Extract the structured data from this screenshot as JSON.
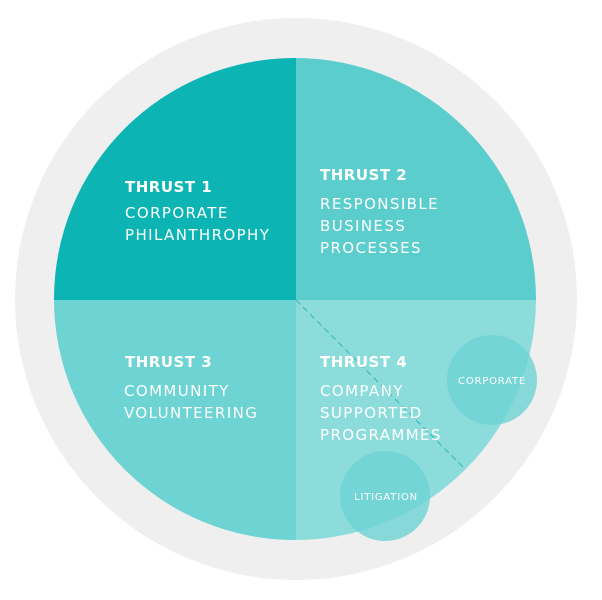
{
  "colors": {
    "outer_ring": "#efefef",
    "thrust_1": "#0db4b4",
    "thrust_2": "#5ccdcd",
    "thrust_3": "#6dd3d3",
    "thrust_4": "#8ddcdc",
    "bubble": "#6dd3d3",
    "text": "#ffffff"
  },
  "thrusts": [
    {
      "heading": "THRUST 1",
      "lines": [
        "CORPORATE",
        "PHILANTHROPHY"
      ]
    },
    {
      "heading": "THRUST 2",
      "lines": [
        "RESPONSIBLE",
        "BUSINESS",
        "PROCESSES"
      ]
    },
    {
      "heading": "THRUST 3",
      "lines": [
        "COMMUNITY",
        "VOLUNTEERING"
      ]
    },
    {
      "heading": "THRUST 4",
      "lines": [
        "COMPANY",
        "SUPPORTED",
        "PROGRAMMES"
      ]
    }
  ],
  "bubbles": {
    "corporate": "CORPORATE",
    "litigation": "LITIGATION"
  }
}
